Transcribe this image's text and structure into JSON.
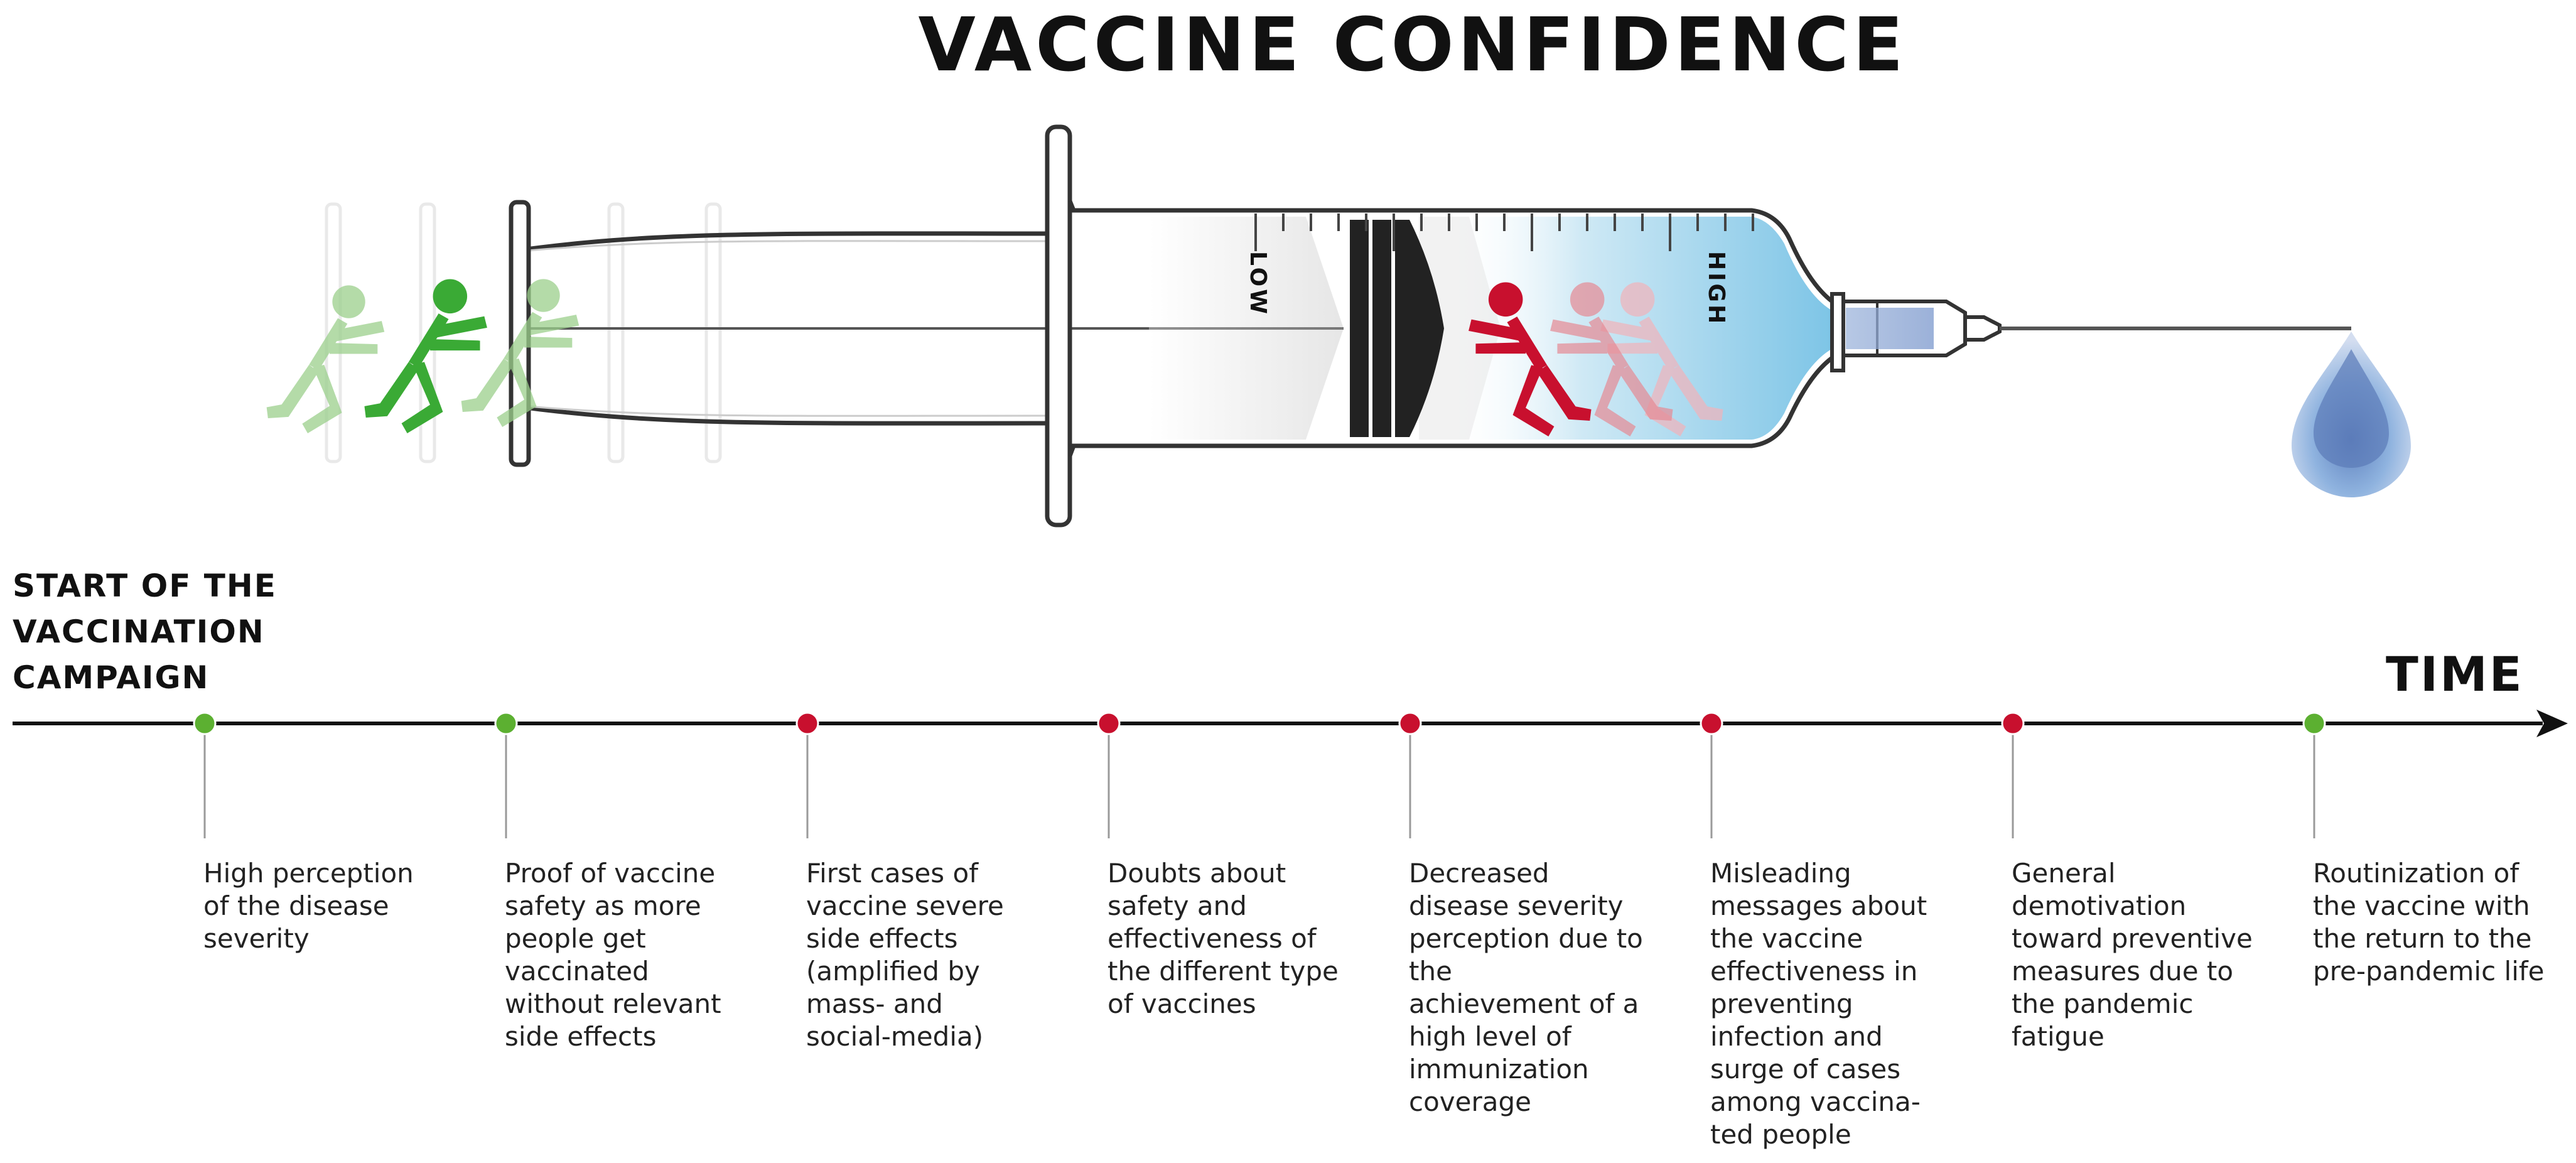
{
  "title": "VACCINE CONFIDENCE",
  "syringe": {
    "low_label": "LOW",
    "high_label": "HIGH",
    "colors": {
      "confidence_push": "#3aaa35",
      "doubt_push": "#c8102e",
      "fluid": "#8fcde8",
      "drop": "#6f8fc4",
      "outline": "#333333"
    }
  },
  "timeline": {
    "start_label_lines": [
      "START OF THE",
      "VACCINATION",
      "CAMPAIGN"
    ],
    "end_label": "TIME",
    "events": [
      {
        "marker": "green",
        "lines": [
          "High perception",
          "of the disease",
          "severity"
        ]
      },
      {
        "marker": "green",
        "lines": [
          "Proof of vaccine",
          "safety as more",
          "people get",
          "vaccinated",
          "without relevant",
          "side effects"
        ]
      },
      {
        "marker": "red",
        "lines": [
          "First cases of",
          "vaccine severe",
          "side effects",
          "(amplified by",
          "mass- and",
          "social-media)"
        ]
      },
      {
        "marker": "red",
        "lines": [
          "Doubts about",
          "safety and",
          "effectiveness of",
          "the different type",
          "of vaccines"
        ]
      },
      {
        "marker": "red",
        "lines": [
          "Decreased",
          "disease severity",
          "perception due to",
          "the",
          "achievement of a",
          "high level of",
          "immunization",
          "coverage"
        ]
      },
      {
        "marker": "red",
        "lines": [
          "Misleading",
          "messages about",
          "the vaccine",
          "effectiveness in",
          "preventing",
          "infection and",
          "surge of cases",
          "among vaccina-",
          "ted people"
        ]
      },
      {
        "marker": "red",
        "lines": [
          "General",
          "demotivation",
          "toward preventive",
          "measures due to",
          "the pandemic",
          "fatigue"
        ]
      },
      {
        "marker": "green",
        "lines": [
          "Routinization of",
          "the vaccine with",
          "the return to the",
          "pre-pandemic life"
        ]
      }
    ],
    "marker_colors": {
      "green": "#5cb031",
      "red": "#c8102e"
    }
  }
}
